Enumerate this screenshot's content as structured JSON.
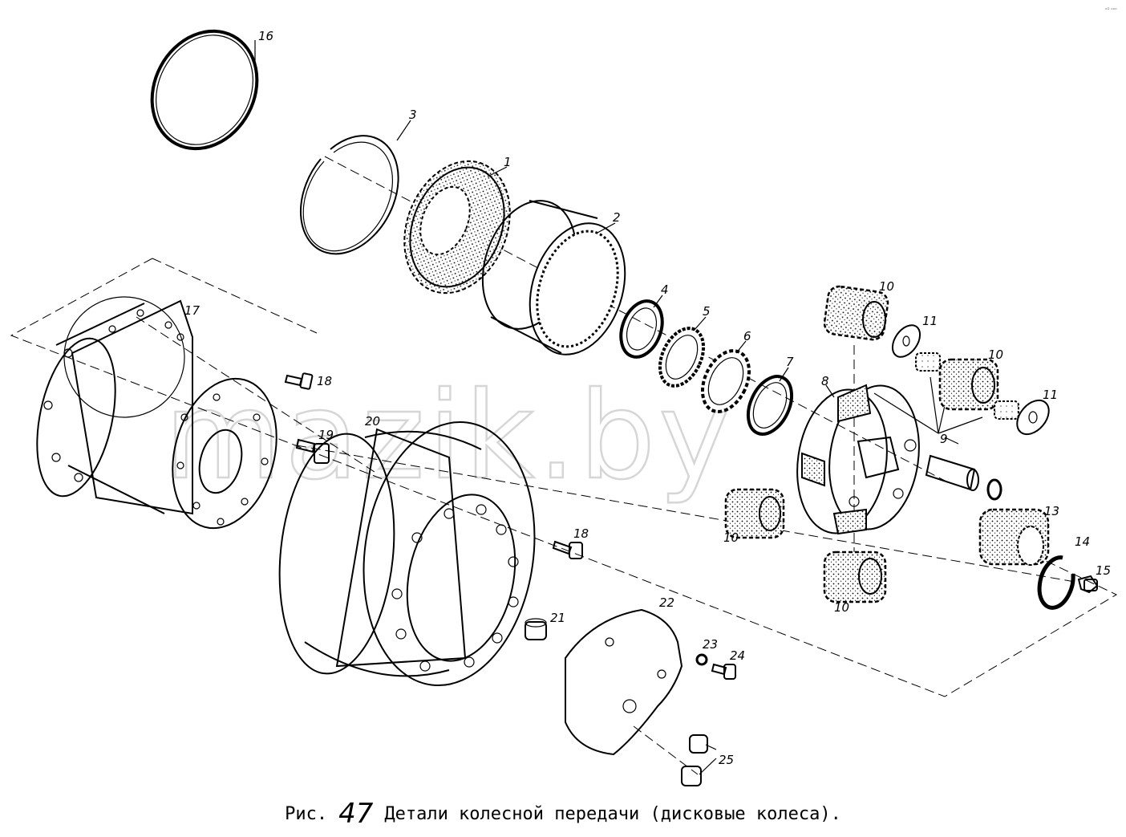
{
  "watermark": "mazik.by",
  "corner_mark": "ᵒᴰ ᵒᵒᵒ",
  "caption": {
    "prefix": "Рис.",
    "number": "47",
    "text": "Детали колесной передачи (дисковые колеса)."
  },
  "part_labels": [
    {
      "id": "p16",
      "text": "16"
    },
    {
      "id": "p3",
      "text": "3"
    },
    {
      "id": "p1",
      "text": "1"
    },
    {
      "id": "p2",
      "text": "2"
    },
    {
      "id": "p4",
      "text": "4"
    },
    {
      "id": "p5",
      "text": "5"
    },
    {
      "id": "p6",
      "text": "6"
    },
    {
      "id": "p7",
      "text": "7"
    },
    {
      "id": "p8",
      "text": "8"
    },
    {
      "id": "p9",
      "text": "9"
    },
    {
      "id": "p10a",
      "text": "10"
    },
    {
      "id": "p10b",
      "text": "10"
    },
    {
      "id": "p10c",
      "text": "10"
    },
    {
      "id": "p10d",
      "text": "10"
    },
    {
      "id": "p11a",
      "text": "11"
    },
    {
      "id": "p11b",
      "text": "11"
    },
    {
      "id": "p13",
      "text": "13"
    },
    {
      "id": "p14",
      "text": "14"
    },
    {
      "id": "p15",
      "text": "15"
    },
    {
      "id": "p17",
      "text": "17"
    },
    {
      "id": "p18a",
      "text": "18"
    },
    {
      "id": "p18b",
      "text": "18"
    },
    {
      "id": "p19",
      "text": "19"
    },
    {
      "id": "p20",
      "text": "20"
    },
    {
      "id": "p21",
      "text": "21"
    },
    {
      "id": "p22",
      "text": "22"
    },
    {
      "id": "p23",
      "text": "23"
    },
    {
      "id": "p24",
      "text": "24"
    },
    {
      "id": "p25",
      "text": "25"
    }
  ]
}
